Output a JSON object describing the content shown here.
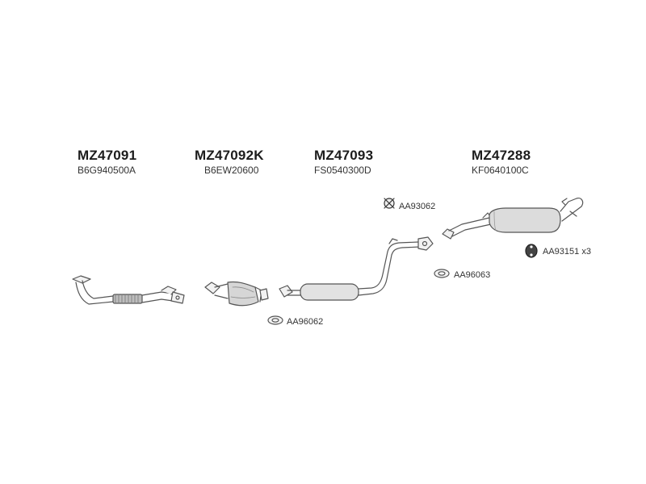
{
  "parts": [
    {
      "code": "MZ47091",
      "oem": "B6G940500A"
    },
    {
      "code": "MZ47092K",
      "oem": "B6EW20600"
    },
    {
      "code": "MZ47093",
      "oem": "FS0540300D"
    },
    {
      "code": "MZ47288",
      "oem": "KF0640100C"
    }
  ],
  "accessories": [
    {
      "label": "AA93062",
      "icon": "rubber-hanger-icon"
    },
    {
      "label": "AA93151 x3",
      "icon": "rubber-mount-icon"
    },
    {
      "label": "AA96063",
      "icon": "gasket-icon"
    },
    {
      "label": "AA96062",
      "icon": "gasket-icon"
    }
  ],
  "colors": {
    "line": "#555555",
    "fill": "#e2e2e2",
    "dark": "#333333"
  }
}
